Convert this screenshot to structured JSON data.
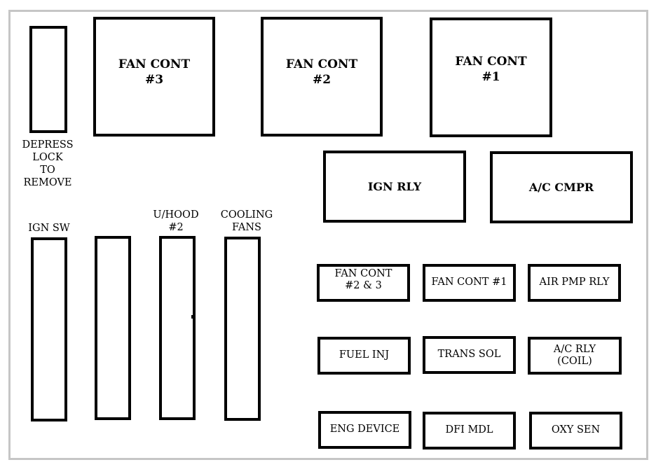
{
  "diagram": {
    "large_relays": {
      "fan_cont_3": "FAN CONT\n#3",
      "fan_cont_2": "FAN CONT\n#2",
      "fan_cont_1": "FAN CONT\n#1"
    },
    "medium_relays": {
      "ign_rly": "IGN RLY",
      "ac_cmpr": "A/C CMPR"
    },
    "lock": {
      "label": "DEPRESS\nLOCK\nTO\nREMOVE"
    },
    "maxi_fuses": {
      "ign_sw": "IGN SW",
      "u_hood_2": "U/HOOD\n#2",
      "cooling_fans": "COOLING\nFANS"
    },
    "mini_fuses": {
      "fan_cont_2_3": "FAN CONT\n#2 & 3",
      "fan_cont_1": "FAN CONT #1",
      "air_pmp_rly": "AIR PMP RLY",
      "fuel_inj": "FUEL INJ",
      "trans_sol": "TRANS SOL",
      "ac_rly_coil": "A/C RLY\n(COIL)",
      "eng_device": "ENG DEVICE",
      "dfi_mdl": "DFI MDL",
      "oxy_sen": "OXY SEN"
    }
  }
}
